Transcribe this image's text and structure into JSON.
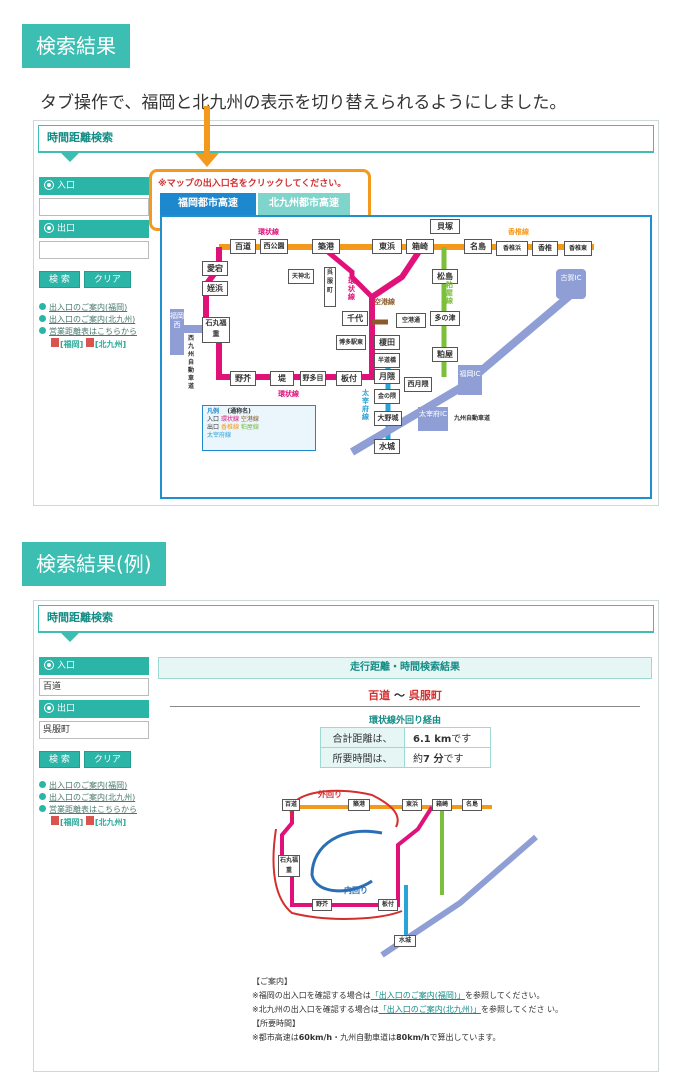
{
  "section1": {
    "title": "検索結果"
  },
  "caption": "タブ操作で、福岡と北九州の表示を切り替えられるようにしました。",
  "section2": {
    "title": "検索結果(例)"
  },
  "panel_title": "時間距離検索",
  "entry_label": "入口",
  "exit_label": "出口",
  "search_button": "検 索",
  "clear_button": "クリア",
  "links": [
    "出入口のご案内(福岡)",
    "出入口のご案内(北九州)",
    "営業距離表はこちらから"
  ],
  "mini_links": [
    "[福岡]",
    "[北九州]"
  ],
  "notice": "※マップの出入口名をクリックしてください。",
  "tabs": [
    "福岡都市高速",
    "北九州都市高速"
  ],
  "map": {
    "stations": [
      "百道",
      "西公園",
      "築港",
      "東浜",
      "箱崎",
      "貝塚",
      "名島",
      "香椎浜",
      "香椎",
      "香椎東",
      "天神北",
      "呉服町",
      "千代",
      "空港通",
      "博多駅東",
      "榎田",
      "半道橋",
      "松島",
      "多の津",
      "粕屋",
      "月隈",
      "西月隈",
      "金の隈",
      "大野城",
      "水城",
      "愛宕",
      "姪浜",
      "石丸福重",
      "野芥",
      "堤",
      "野多目",
      "板付"
    ],
    "lines": [
      "環状線",
      "空港線",
      "香椎線",
      "粕屋線",
      "太宰府線"
    ],
    "ic": [
      "福岡西",
      "古賀IC",
      "福岡IC",
      "太宰府IC"
    ],
    "road_labels": [
      "西九州自動車道",
      "九州自動車道"
    ],
    "legend": {
      "title": "凡例",
      "sub": "(通称名)",
      "entries": [
        "入口",
        "出口",
        "環状線",
        "香椎線",
        "太宰府線",
        "空港線",
        "粕屋線"
      ]
    }
  },
  "example": {
    "entry_value": "百道",
    "exit_value": "呉服町",
    "result_header": "走行距離・時間検索結果",
    "route_from": "百道",
    "route_sep": "～",
    "route_to": "呉服町",
    "route_name": "環状線外回り経由",
    "distance_label": "合計距離は、",
    "distance_value": "6.1 km",
    "distance_suffix": "です",
    "time_label": "所要時間は、",
    "time_prefix": "約",
    "time_value": "7 分",
    "time_suffix": "です",
    "outer_label": "外回り",
    "inner_label": "内回り",
    "notes": {
      "guide_head": "【ご案内】",
      "fukuoka_pre": "※福岡の出入口を確認する場合は",
      "fukuoka_link": "「出入口のご案内(福岡)」",
      "fukuoka_post": "を参照してください。",
      "kita_pre": "※北九州の出入口を確認する場合は",
      "kita_link": "「出入口のご案内(北九州)」",
      "kita_post": "を参照してくださ い。",
      "time_head": "【所要時間】",
      "speed_pre": "※都市高速は",
      "speed_a": "60km/h",
      "speed_mid": "・九州自動車道は",
      "speed_b": "80km/h",
      "speed_post": "で算出しています。"
    }
  },
  "colors": {
    "teal": "#3cbfb2",
    "loop": "#e0127a",
    "kashii": "#f39a1e",
    "airport": "#8b5a2b",
    "kasuya": "#7bbf3a",
    "dazaifu": "#2aa3d8",
    "expressway": "#8f9fd6",
    "highlight": "#f39a1e"
  }
}
